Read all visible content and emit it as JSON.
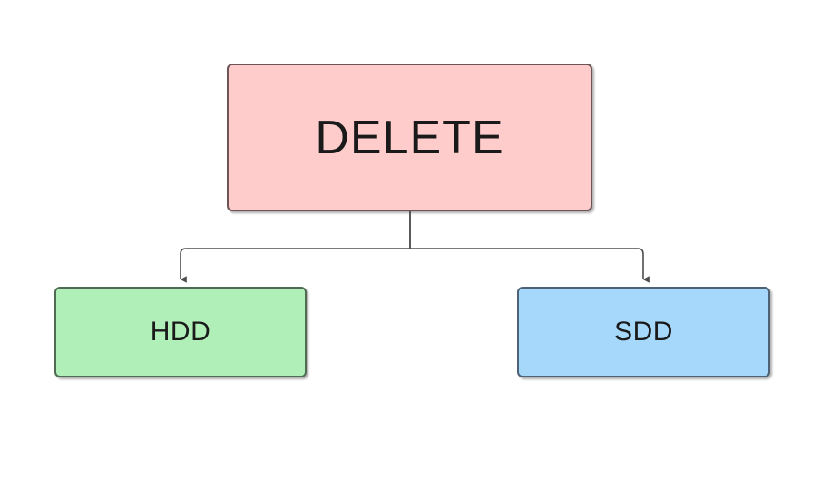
{
  "diagram": {
    "type": "flowchart",
    "orientation": "top-down",
    "background_color": "#ffffff",
    "nodes": [
      {
        "id": "delete",
        "label": "DELETE",
        "shape": "rounded-rectangle",
        "fill_color": "#ffcccc",
        "border_color": "#6b5557",
        "text_color": "#1a1a1a",
        "role": "root"
      },
      {
        "id": "hdd",
        "label": "HDD",
        "shape": "rounded-rectangle",
        "fill_color": "#b0efb8",
        "border_color": "#4f6b52",
        "text_color": "#1a1a1a",
        "role": "child"
      },
      {
        "id": "sdd",
        "label": "SDD",
        "shape": "rounded-rectangle",
        "fill_color": "#a6d8fb",
        "border_color": "#4f6275",
        "text_color": "#1a1a1a",
        "role": "child"
      }
    ],
    "edges": [
      {
        "id": "delete-to-hdd",
        "from": "delete",
        "to": "hdd",
        "label": "",
        "style": "orthogonal",
        "arrowhead": "filled-triangle",
        "color": "#4d4d4d"
      },
      {
        "id": "delete-to-sdd",
        "from": "delete",
        "to": "sdd",
        "label": "",
        "style": "orthogonal",
        "arrowhead": "filled-triangle",
        "color": "#4d4d4d"
      }
    ]
  }
}
